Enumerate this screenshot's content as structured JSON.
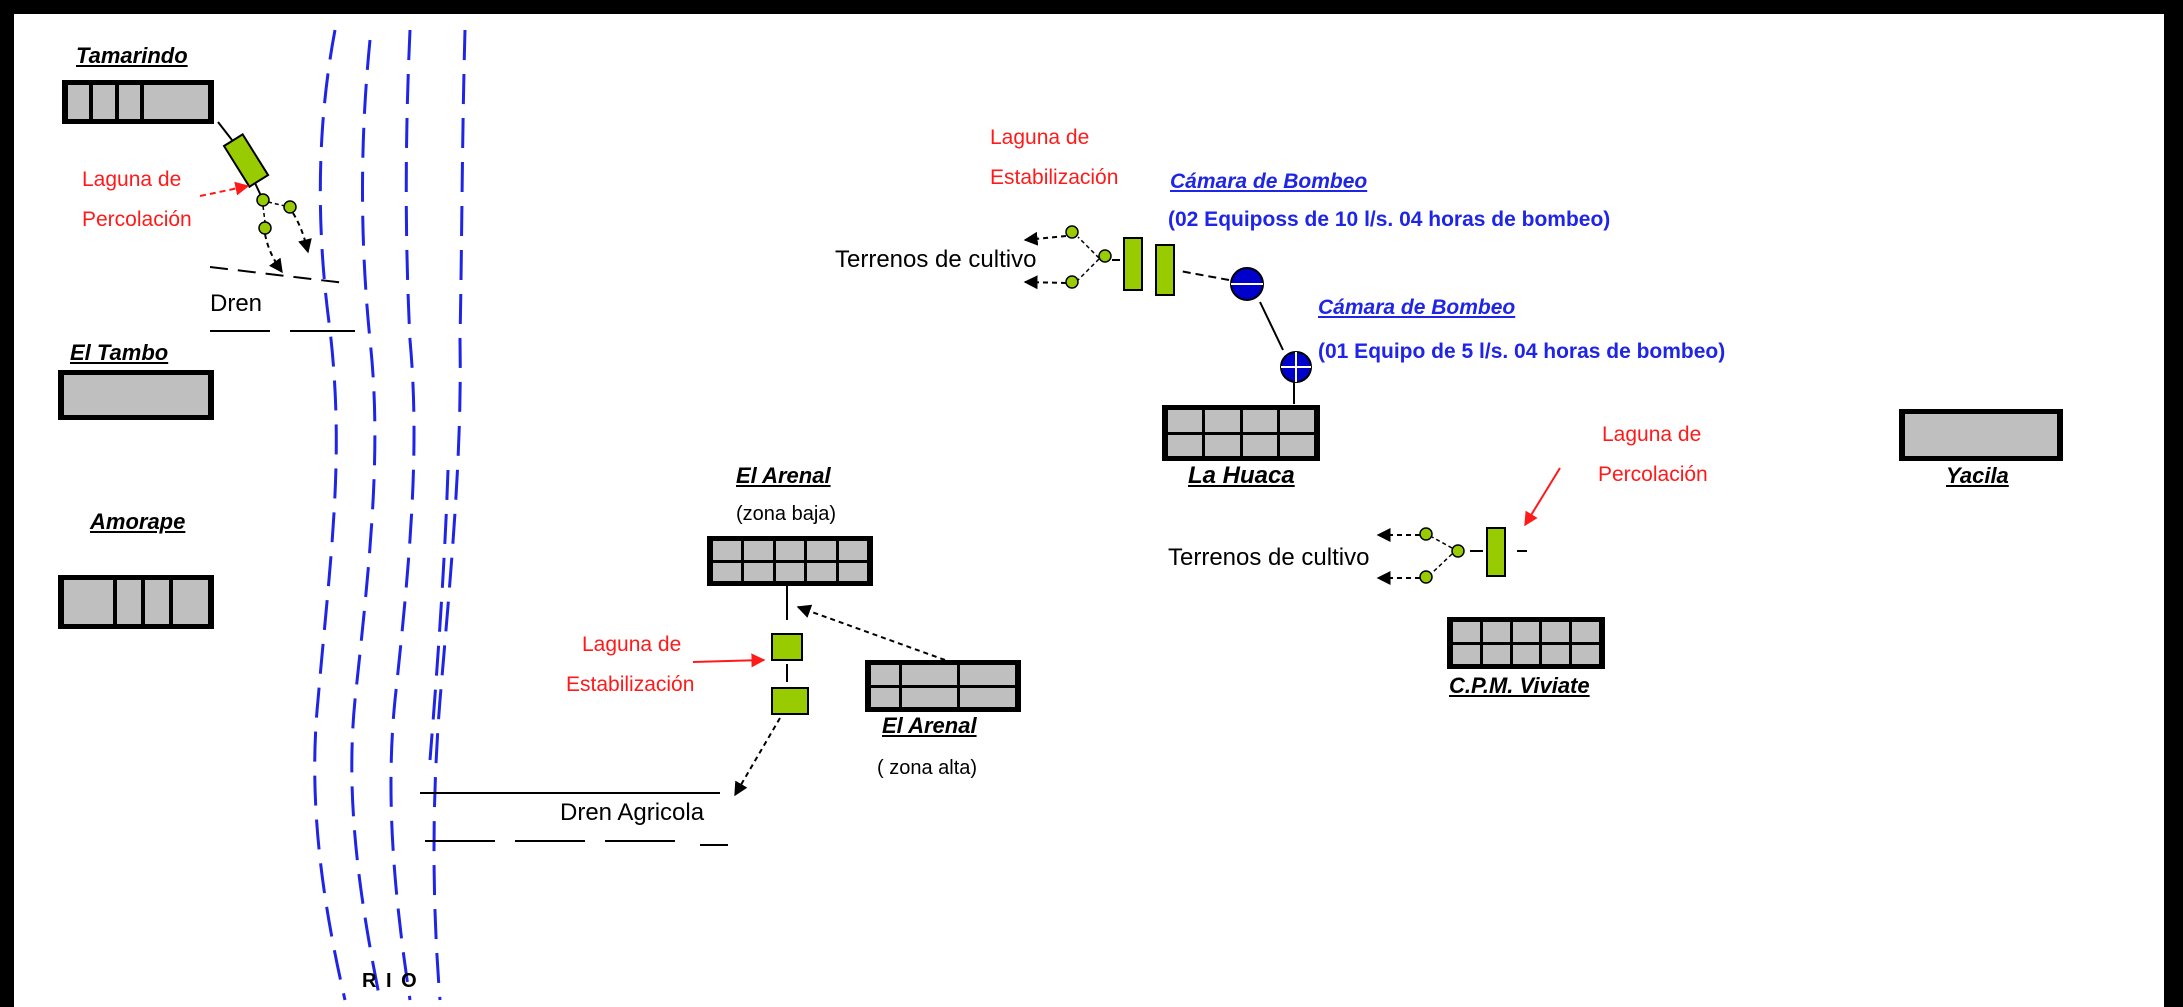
{
  "towns": {
    "tamarindo": "Tamarindo",
    "el_tambo": "El Tambo",
    "amorape": "Amorape",
    "el_arenal_baja": "El Arenal",
    "zona_baja": "(zona baja)",
    "el_arenal_alta": "El Arenal",
    "zona_alta": "( zona alta)",
    "la_huaca": "La Huaca",
    "cpm_viviate": "C.P.M.  Viviate",
    "yacila": "Yacila"
  },
  "labels": {
    "laguna_percolacion_1_line1": "Laguna de",
    "laguna_percolacion_1_line2": "Percolación",
    "laguna_estabilizacion_1_line1": "Laguna de",
    "laguna_estabilizacion_1_line2": "Estabilización",
    "laguna_estabilizacion_2_line1": "Laguna de",
    "laguna_estabilizacion_2_line2": "Estabilización",
    "laguna_percolacion_2_line1": "Laguna de",
    "laguna_percolacion_2_line2": "Percolación",
    "dren": "Dren",
    "dren_agricola": "Dren Agricola",
    "rio": "R I O",
    "terrenos_1": "Terrenos de cultivo",
    "terrenos_2": "Terrenos de cultivo",
    "camara_1_title": "Cámara de Bombeo",
    "camara_1_detail": "(02 Equiposs de 10 l/s. 04 horas de bombeo)",
    "camara_2_title": "Cámara de Bombeo",
    "camara_2_detail": "(01 Equipo de 5 l/s. 04 horas de bombeo)"
  },
  "colors": {
    "lagoon": "#99cc00",
    "pump": "#0000cc",
    "river": "#1f25e6",
    "annotation": "#ff1a1a"
  }
}
